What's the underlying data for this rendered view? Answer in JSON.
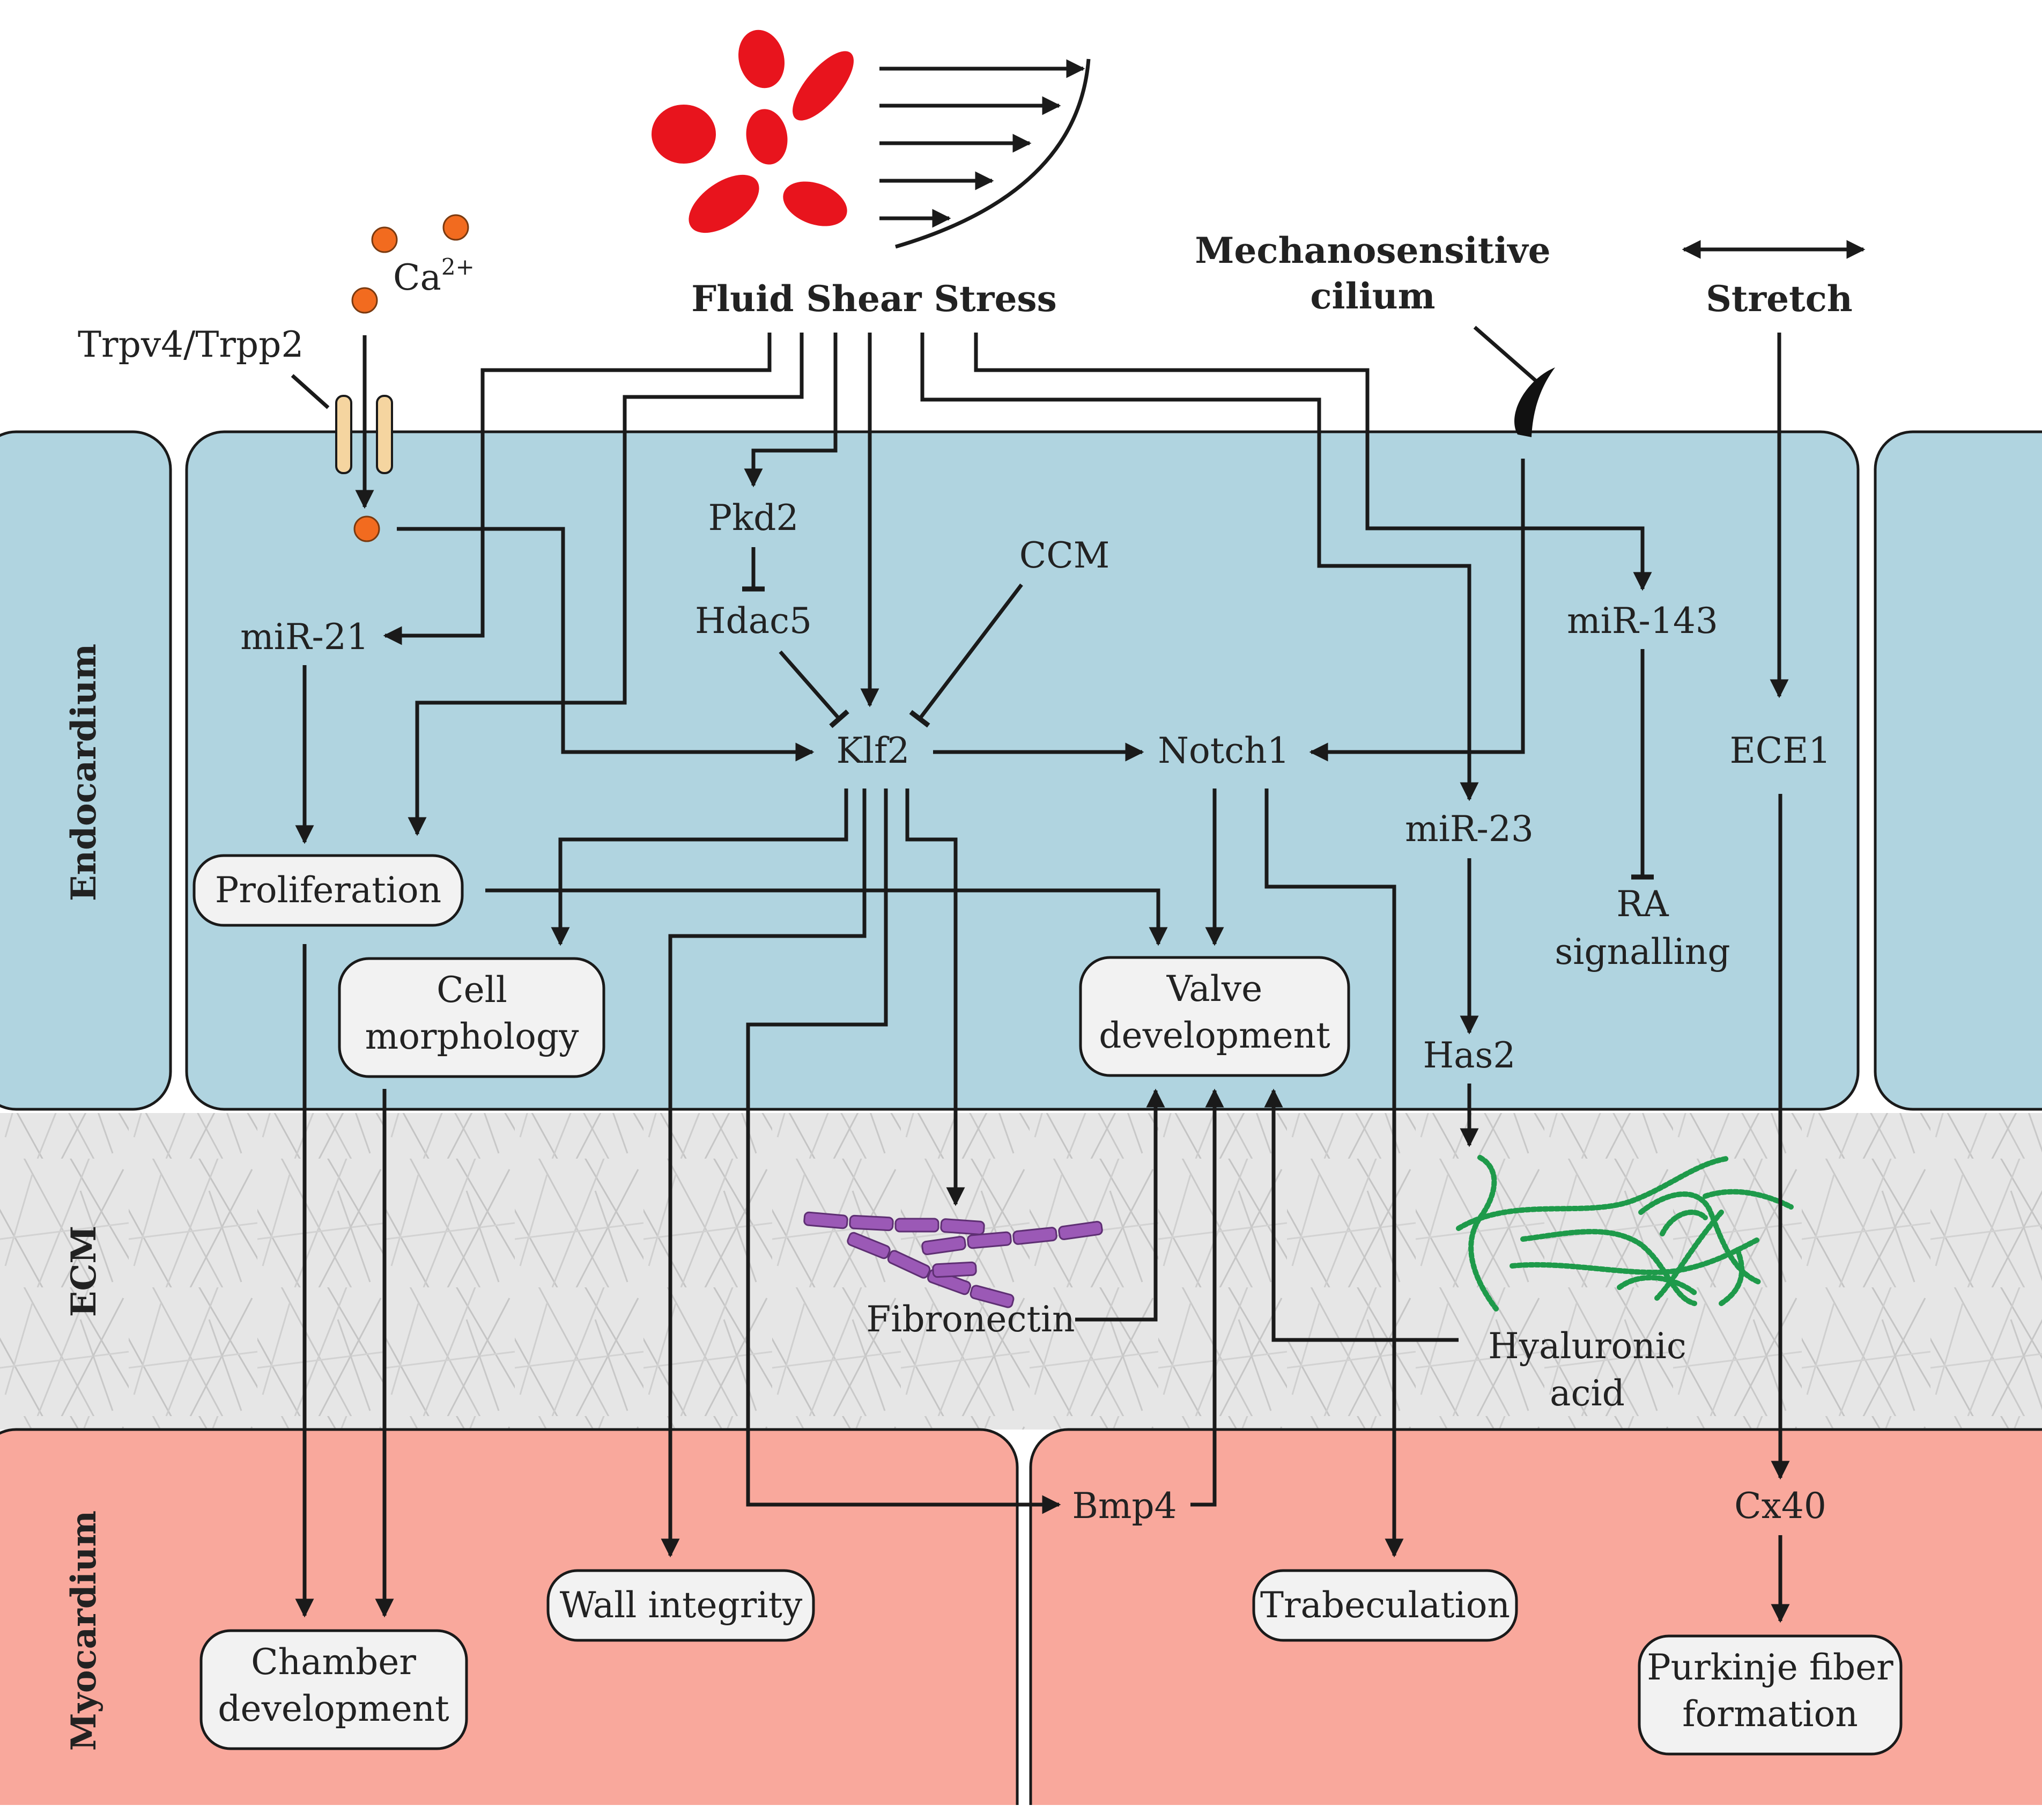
{
  "regions": {
    "endocardium": "Endocardium",
    "ecm": "ECM",
    "myocardium": "Myocardium"
  },
  "stimuli": {
    "fluid_shear_stress": "Fluid Shear Stress",
    "cilium_line1": "Mechanosensitive",
    "cilium_line2": "cilium",
    "stretch": "Stretch",
    "calcium": "Ca",
    "calcium_charge": "2+",
    "channel": "Trpv4/Trpp2"
  },
  "nodes": {
    "pkd2": "Pkd2",
    "hdac5": "Hdac5",
    "ccm": "CCM",
    "mir21": "miR-21",
    "klf2": "Klf2",
    "notch1": "Notch1",
    "mir143": "miR-143",
    "ece1": "ECE1",
    "mir23": "miR-23",
    "has2": "Has2",
    "ra_line1": "RA",
    "ra_line2": "signalling",
    "fibronectin": "Fibronectin",
    "hyaluronic_line1": "Hyaluronic",
    "hyaluronic_line2": "acid",
    "bmp4": "Bmp4",
    "cx40": "Cx40"
  },
  "outcomes": {
    "proliferation": "Proliferation",
    "cell_morphology_line1": "Cell",
    "cell_morphology_line2": "morphology",
    "valve_line1": "Valve",
    "valve_line2": "development",
    "wall_integrity": "Wall integrity",
    "trabeculation": "Trabeculation",
    "chamber_line1": "Chamber",
    "chamber_line2": "development",
    "purkinje_line1": "Purkinje fiber",
    "purkinje_line2": "formation"
  },
  "colors": {
    "endocardium": "#b0d4e0",
    "ecm": "#e6e6e6",
    "myocardium": "#f9a89c",
    "red_blood_cell": "#e8141d",
    "calcium": "#f26b1f",
    "channel": "#f5d5a0",
    "fibronectin": "#9b59b6",
    "hyaluronic_acid": "#1e9a4a",
    "box_fill": "#f2f2f2",
    "line": "#1a1a1a"
  }
}
